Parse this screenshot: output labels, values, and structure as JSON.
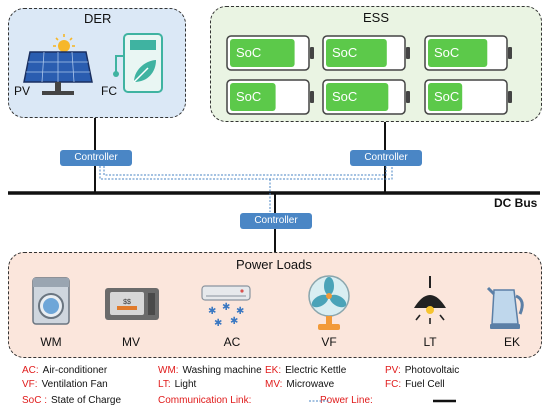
{
  "der": {
    "title": "DER",
    "pv_label": "PV",
    "fc_label": "FC"
  },
  "ess": {
    "title": "ESS",
    "cells": [
      "SoC",
      "SoC",
      "SoC",
      "SoC",
      "SoC",
      "SoC"
    ]
  },
  "controllers": {
    "left": "Controller",
    "right": "Controller",
    "center": "Controller"
  },
  "bus": {
    "label": "DC Bus"
  },
  "loads": {
    "title": "Power Loads",
    "items": [
      {
        "label": "WM",
        "icon": "washing-machine-icon"
      },
      {
        "label": "MV",
        "icon": "microwave-icon"
      },
      {
        "label": "AC",
        "icon": "air-conditioner-icon"
      },
      {
        "label": "VF",
        "icon": "fan-icon"
      },
      {
        "label": "LT",
        "icon": "lamp-icon"
      },
      {
        "label": "EK",
        "icon": "kettle-icon"
      }
    ]
  },
  "legend": {
    "rows": [
      [
        {
          "key": "AC:",
          "value": "Air-conditioner"
        },
        {
          "key": "WM:",
          "value": "Washing machine"
        },
        {
          "key": "EK:",
          "value": "Electric Kettle"
        },
        {
          "key": "PV:",
          "value": "Photovoltaic"
        }
      ],
      [
        {
          "key": "VF:",
          "value": "Ventilation Fan"
        },
        {
          "key": "LT:",
          "value": "Light"
        },
        {
          "key": "MV:",
          "value": "Microwave"
        },
        {
          "key": "FC:",
          "value": "Fuel Cell"
        }
      ],
      [
        {
          "key": "SoC :",
          "value": "State of Charge"
        },
        {
          "key": "Communication Link:",
          "value": ""
        },
        {
          "key": "Power Line:",
          "value": ""
        }
      ]
    ]
  },
  "colors": {
    "der_bg": "#dbe8f6",
    "ess_bg": "#eaf4e3",
    "loads_bg": "#fbe6dc",
    "soc_green": "#5cc94a",
    "controller": "#4a86c5",
    "legend_key": "#e01b1b"
  }
}
